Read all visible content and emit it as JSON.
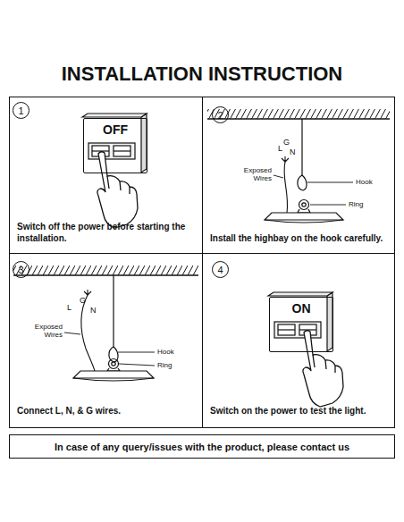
{
  "diagram": {
    "title": "INSTALLATION INSTRUCTION",
    "nodes": [
      {
        "text": [
          "Switch off the power before starting the installation."
        ]
      },
      {
        "text": [
          "1"
        ],
        "in": 0
      },
      {
        "text": [
          "OFF"
        ],
        "in": 0
      },
      {
        "text": [
          "Install the highbay on the hook carefully."
        ]
      },
      {
        "text": [
          "2"
        ],
        "in": 3
      },
      {
        "text": [
          "Connect L, N, & G wires."
        ]
      },
      {
        "text": [
          "3"
        ],
        "in": 5
      },
      {
        "text": [
          "Switch on the power to test the light."
        ]
      },
      {
        "text": [
          "4"
        ],
        "in": 7
      },
      {
        "text": [
          "ON"
        ],
        "in": 7
      },
      {
        "text": [
          "In case of any query/issues with the product, please contact us"
        ]
      }
    ],
    "labels": [
      "L",
      "G",
      "N",
      "Exposed Wires",
      "Hook",
      "Ring",
      "L",
      "G",
      "N",
      "Exposed Wires",
      "Hook",
      "Ring"
    ]
  }
}
